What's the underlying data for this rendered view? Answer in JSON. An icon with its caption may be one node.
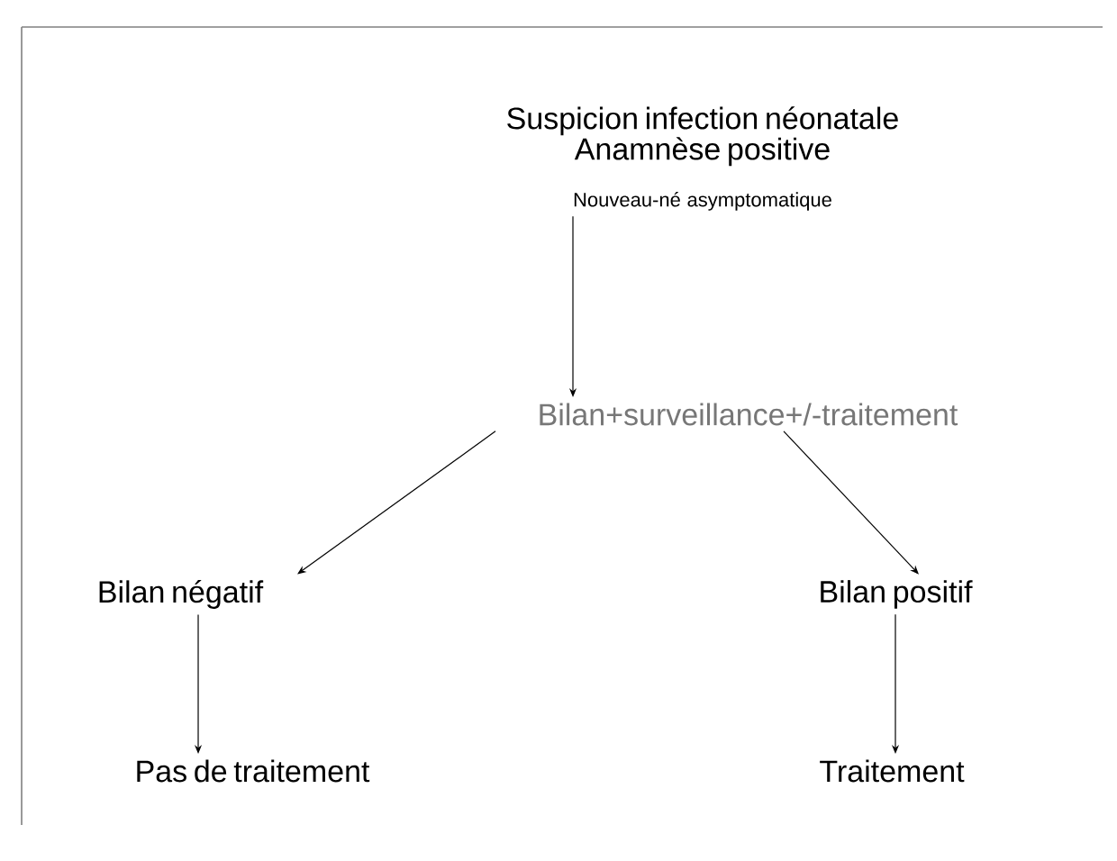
{
  "diagram": {
    "nodes": [
      {
        "text": [
          "Suspicion infection néonatale Anamnèse positive",
          "Nouveau-né asymptomatique"
        ]
      },
      {
        "text": [
          "Bilan+surveillance+/-traitement"
        ]
      },
      {
        "text": [
          "Bilan négatif"
        ]
      },
      {
        "text": [
          "Bilan positif"
        ]
      },
      {
        "text": [
          "Pas de traitement"
        ]
      },
      {
        "text": [
          "Traitement"
        ]
      }
    ],
    "edges": [
      {
        "from": 0,
        "to": 1,
        "arrow": "to"
      },
      {
        "from": 1,
        "to": 2,
        "arrow": "to"
      },
      {
        "from": 1,
        "to": 3,
        "arrow": "to"
      },
      {
        "from": 2,
        "to": 4,
        "arrow": "to"
      },
      {
        "from": 3,
        "to": 5,
        "arrow": "to"
      }
    ]
  }
}
